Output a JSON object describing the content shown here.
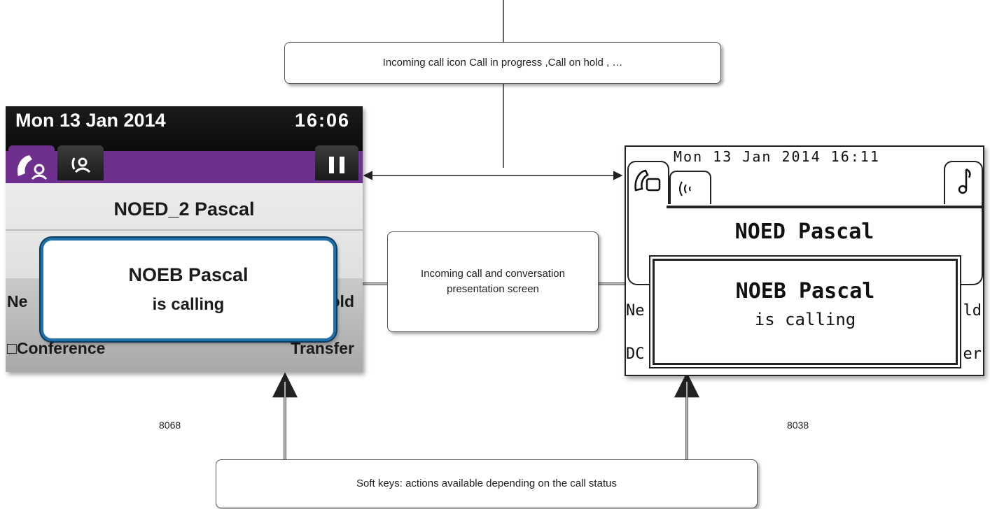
{
  "callouts": {
    "top": "Incoming call icon Call in progress ,Call on hold , …",
    "middle": "Incoming call and conversation presentation screen",
    "bottom": "Soft keys: actions available depending on the call status"
  },
  "captions": {
    "left": "8068",
    "right": "8038"
  },
  "phone8068": {
    "date": "Mon 13 Jan 2014",
    "time": "16:06",
    "name": "NOED_2 Pascal",
    "key_left_top": "Ne",
    "key_right_top": "old",
    "key_left_bottom": "□Conference",
    "key_right_bottom": "Transfer",
    "popup_name": "NOEB Pascal",
    "popup_sub": "is calling"
  },
  "phone8038": {
    "date": "Mon 13 Jan 2014  16:11",
    "name": "NOED Pascal",
    "key_left_top": "Ne",
    "key_right_top": "ld",
    "key_left_bottom": "DC",
    "key_right_bottom": "er",
    "popup_name": "NOEB Pascal",
    "popup_sub": "is calling"
  }
}
